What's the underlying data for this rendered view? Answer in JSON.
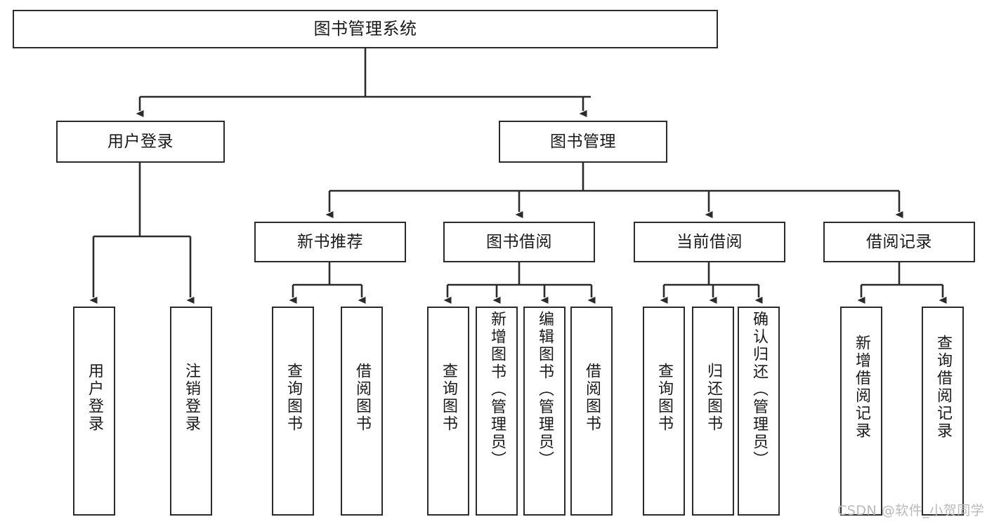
{
  "diagram": {
    "type": "tree",
    "title": "图书管理系统",
    "colors": {
      "background": "#ffffff",
      "node_border": "#2b2b2b",
      "node_fill": "#ffffff",
      "edge": "#2b2b2b",
      "text": "#1a1a1a",
      "watermark": "#b9b9b9"
    },
    "root": {
      "label": "图书管理系统"
    },
    "level1": [
      {
        "label": "用户登录"
      },
      {
        "label": "图书管理"
      }
    ],
    "level2": [
      {
        "label": "新书推荐"
      },
      {
        "label": "图书借阅"
      },
      {
        "label": "当前借阅"
      },
      {
        "label": "借阅记录"
      }
    ],
    "leaves": {
      "user_login": [
        {
          "label": "用户登录"
        },
        {
          "label": "注销登录"
        }
      ],
      "new_book": [
        {
          "label": "查询图书"
        },
        {
          "label": "借阅图书"
        }
      ],
      "borrow": [
        {
          "label": "查询图书"
        },
        {
          "label": "新增图书（管理员）"
        },
        {
          "label": "编辑图书（管理员）"
        },
        {
          "label": "借阅图书"
        }
      ],
      "current": [
        {
          "label": "查询图书"
        },
        {
          "label": "归还图书"
        },
        {
          "label": "确认归还（管理员）"
        }
      ],
      "records": [
        {
          "label": "新增借阅记录"
        },
        {
          "label": "查询借阅记录"
        }
      ]
    }
  },
  "watermark": {
    "text": "CSDN @软件_小贺同学"
  }
}
